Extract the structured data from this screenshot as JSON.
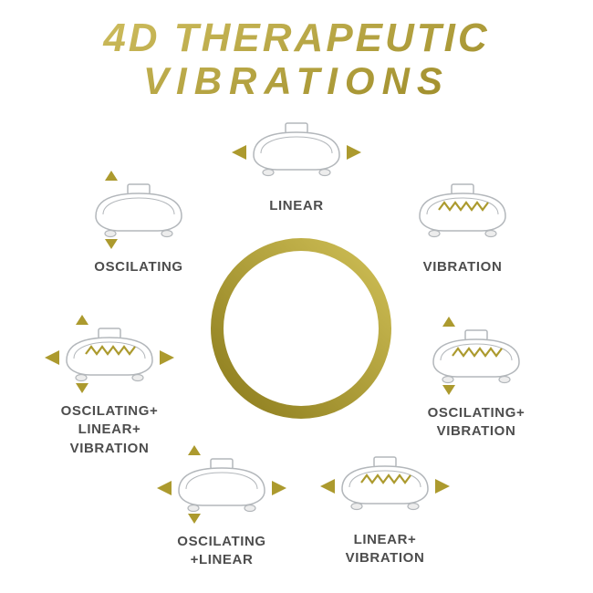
{
  "title": {
    "line1": "4D THERAPEUTIC",
    "line2": "VIBRATIONS"
  },
  "colors": {
    "gold": "#ac9a2e",
    "gold_light": "#d6c566",
    "gold_dark": "#94821f",
    "ring_light": "#cfbf56",
    "ring_dark": "#8c7c1d",
    "machine_stroke": "#b3b7bb",
    "machine_fill": "#ffffff",
    "foot_fill": "#ededed",
    "label": "#4d4d4d"
  },
  "items": [
    {
      "id": "linear",
      "label_lines": [
        "LINEAR"
      ],
      "features": {
        "oscillating": false,
        "linear": true,
        "vibration": false
      }
    },
    {
      "id": "oscilating",
      "label_lines": [
        "OSCILATING"
      ],
      "features": {
        "oscillating": true,
        "linear": false,
        "vibration": false
      }
    },
    {
      "id": "vibration",
      "label_lines": [
        "VIBRATION"
      ],
      "features": {
        "oscillating": false,
        "linear": false,
        "vibration": true
      }
    },
    {
      "id": "oscilating-linear-vibration",
      "label_lines": [
        "OSCILATING+",
        "LINEAR+",
        "VIBRATION"
      ],
      "features": {
        "oscillating": true,
        "linear": true,
        "vibration": true
      }
    },
    {
      "id": "oscilating-vibration",
      "label_lines": [
        "OSCILATING+",
        "VIBRATION"
      ],
      "features": {
        "oscillating": true,
        "linear": false,
        "vibration": true
      }
    },
    {
      "id": "oscilating-linear",
      "label_lines": [
        "OSCILATING",
        "+LINEAR"
      ],
      "features": {
        "oscillating": true,
        "linear": true,
        "vibration": false
      }
    },
    {
      "id": "linear-vibration",
      "label_lines": [
        "LINEAR+",
        "VIBRATION"
      ],
      "features": {
        "oscillating": false,
        "linear": true,
        "vibration": true
      }
    }
  ]
}
